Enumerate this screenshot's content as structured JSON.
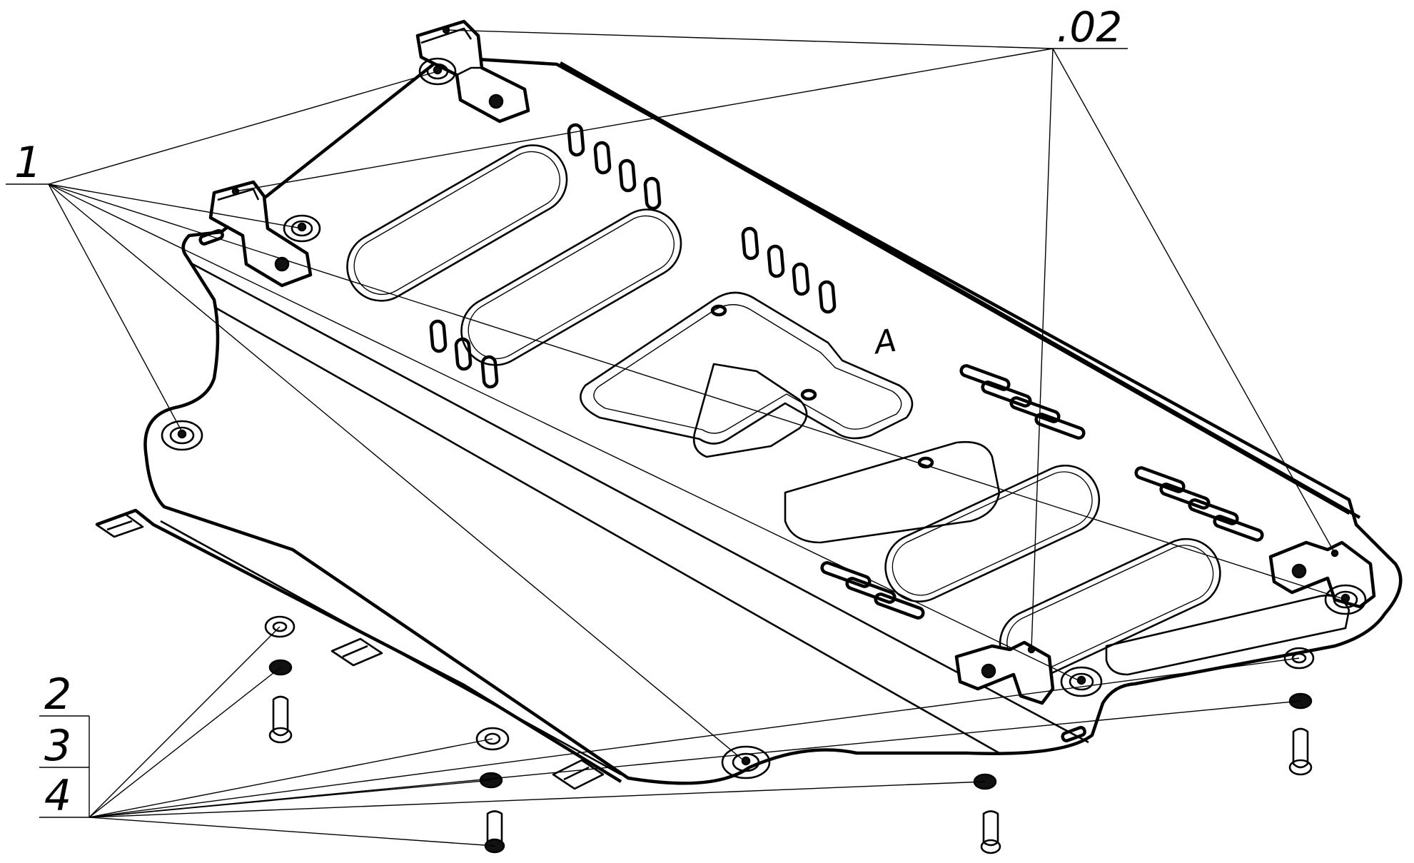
{
  "drawing": {
    "callouts": {
      "part_1": "1",
      "part_02": ".02",
      "part_2": "2",
      "part_3": "3",
      "part_4": "4"
    },
    "stamp_letter": "A"
  },
  "colors": {
    "line": "#000000",
    "background": "#ffffff"
  }
}
